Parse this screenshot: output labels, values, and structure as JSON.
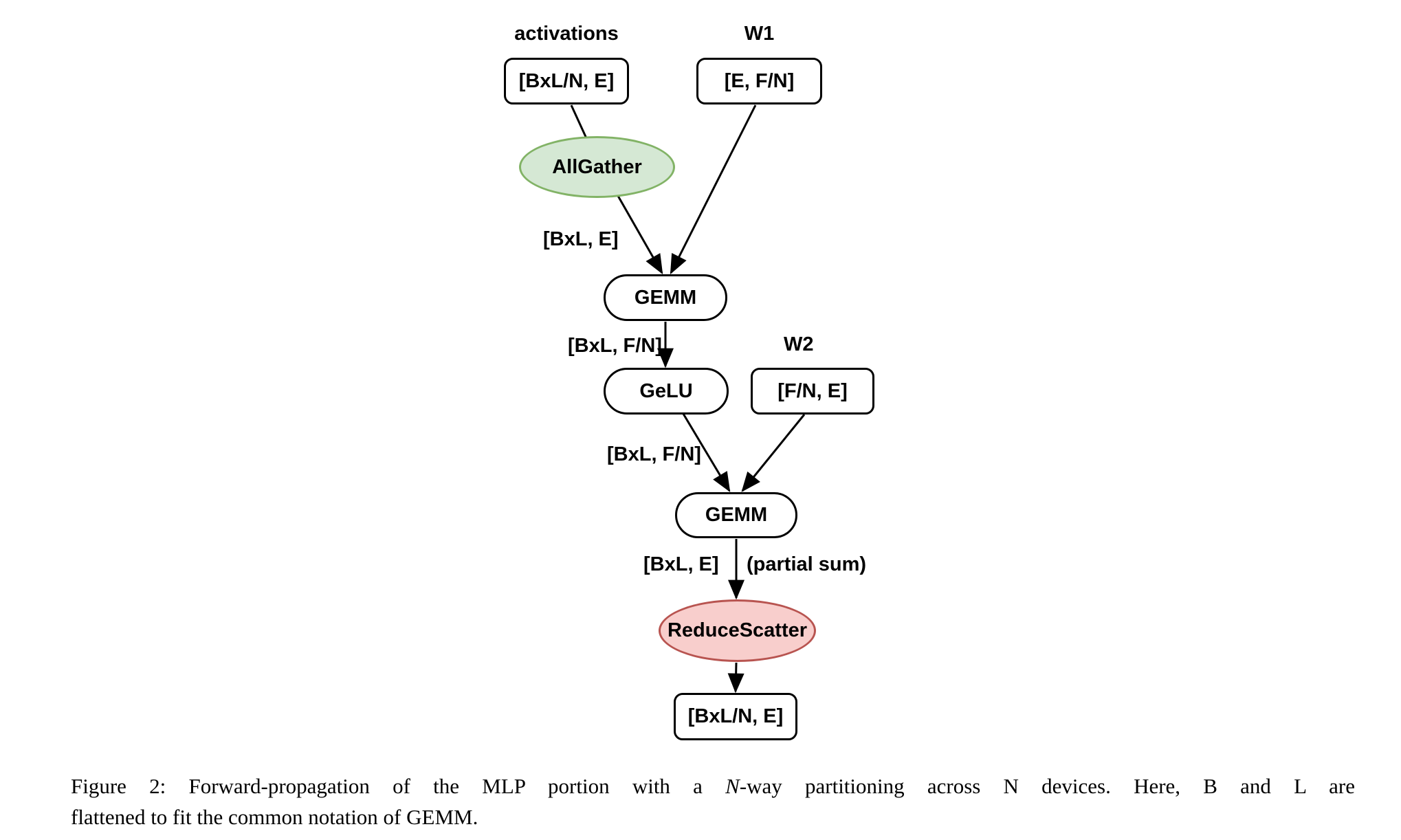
{
  "colors": {
    "allgather_fill": "#d5e8d4",
    "allgather_stroke": "#82b366",
    "reducescatter_fill": "#f8cecc",
    "reducescatter_stroke": "#b85450"
  },
  "diagram": {
    "labels": {
      "activations": "activations",
      "w1": "W1",
      "w2": "W2",
      "edge_bxl_e": "[BxL, E]",
      "edge_bxl_fn_1": "[BxL, F/N]",
      "edge_bxl_fn_2": "[BxL, F/N]",
      "edge_bxl_e_2": "[BxL, E]",
      "partial_sum": "(partial sum)"
    },
    "nodes": {
      "input": "[BxL/N, E]",
      "w1": "[E, F/N]",
      "allgather": "AllGather",
      "gemm1": "GEMM",
      "gelu": "GeLU",
      "w2": "[F/N, E]",
      "gemm2": "GEMM",
      "reducescatter": "ReduceScatter",
      "output": "[BxL/N, E]"
    }
  },
  "caption": {
    "line1": {
      "pre": "Figure 2: Forward-propagation of the MLP portion with a ",
      "math_n": "N",
      "post": "-way partitioning across N devices. Here, B and L are"
    },
    "line2": "flattened to fit the common notation of GEMM."
  }
}
